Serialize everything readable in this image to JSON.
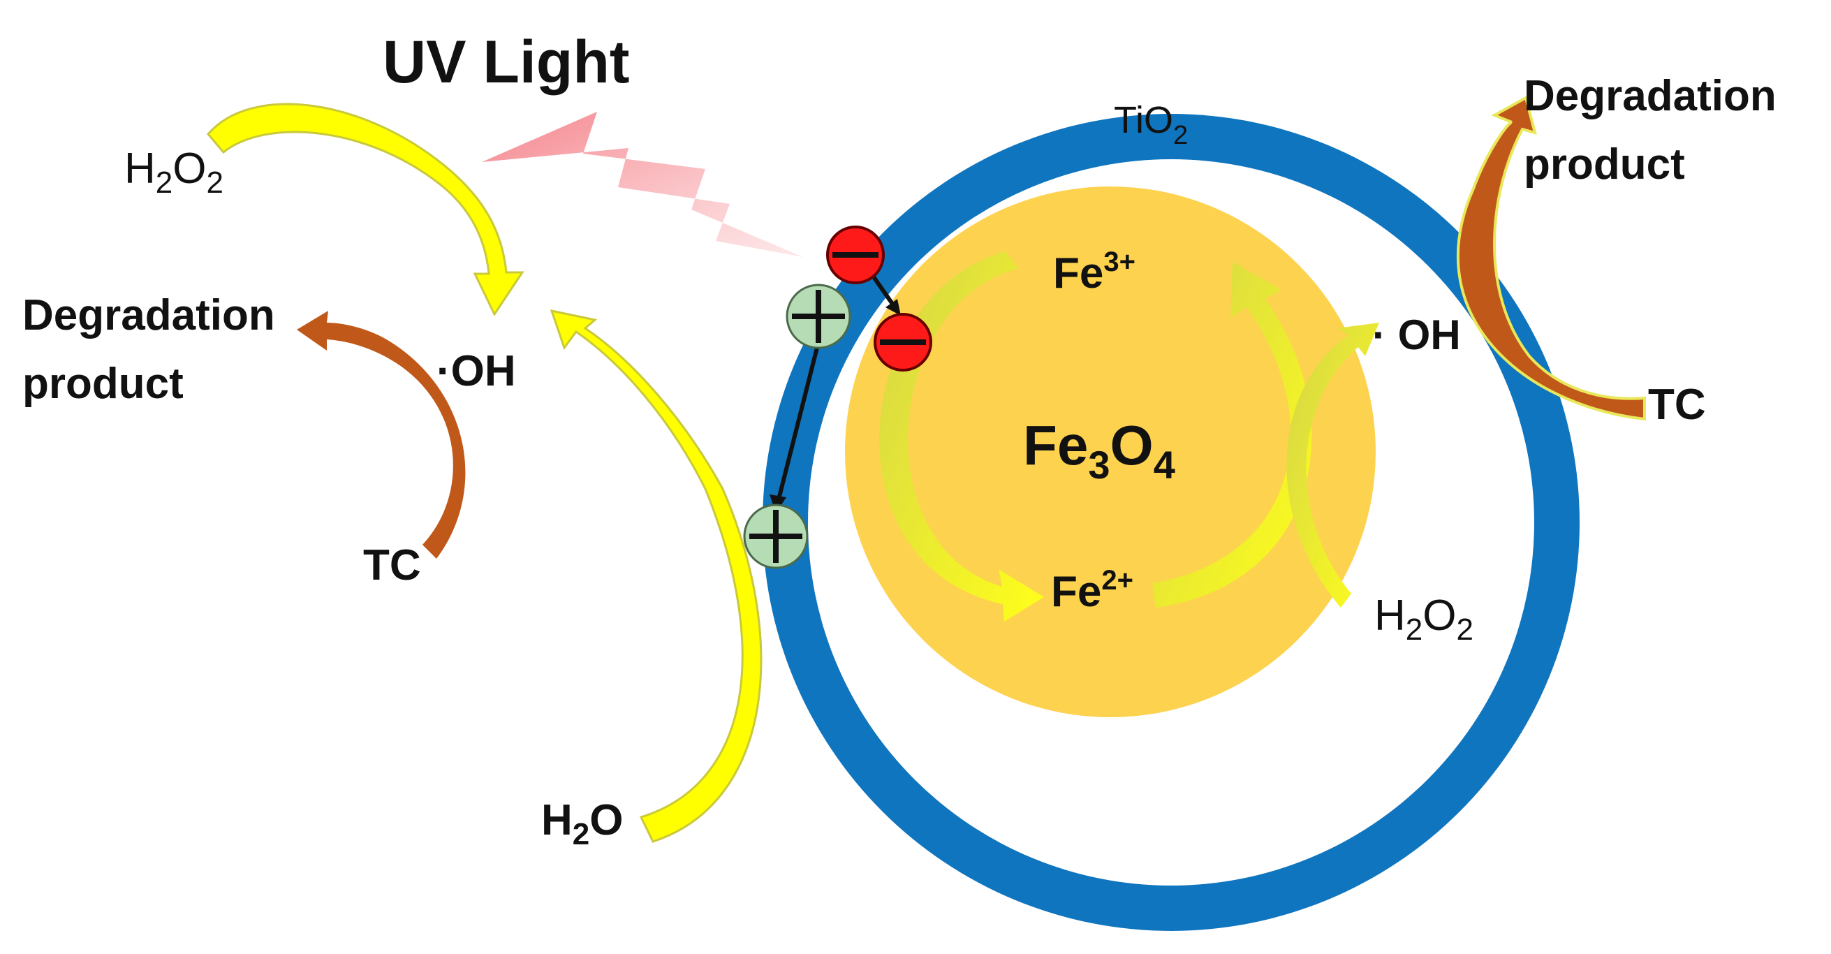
{
  "title": "UV Light",
  "shell": {
    "formula": "TiO",
    "subscript": "2"
  },
  "core": {
    "el1": "Fe",
    "sub1": "3",
    "el2": "O",
    "sub2": "4"
  },
  "ions": {
    "fe3": {
      "base": "Fe",
      "charge": "3+"
    },
    "fe2": {
      "base": "Fe",
      "charge": "2+"
    }
  },
  "species": {
    "h2o2": {
      "h": "H",
      "s1": "2",
      "o": "O",
      "s2": "2"
    },
    "h2o": {
      "h": "H",
      "s1": "2",
      "o": "O"
    },
    "hydroxyl_left": "·OH",
    "hydroxyl_right": "· OH",
    "tc": "TC"
  },
  "products": {
    "line1": "Degradation",
    "line2": "product"
  },
  "charges": {
    "electron": "−",
    "hole": "+"
  },
  "colors": {
    "shell": "#0F75BF",
    "core": "#FDD24F",
    "yellow_arrow": "#FFFF00",
    "yellow_dark": "#C9C93B",
    "brown_arrow": "#C0581A",
    "electron": "#FF1A1A",
    "hole": "#B6DCB5",
    "light": "#F9A3A8"
  }
}
